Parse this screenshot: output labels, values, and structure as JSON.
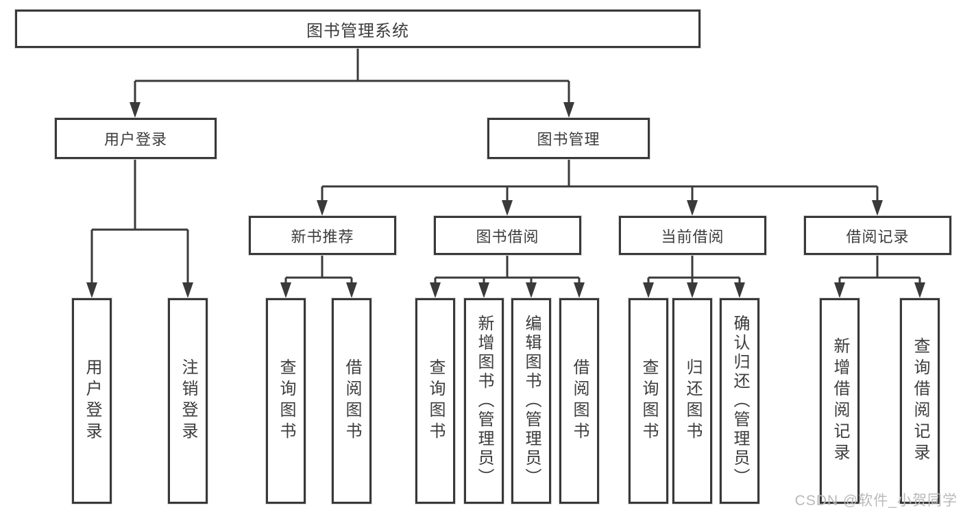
{
  "diagram_title": "图书管理系统",
  "colors": {
    "line": "#3a3a3a",
    "border": "#383838",
    "text": "#3c3c3c",
    "watermark": "#b9b9b9",
    "background": "#ffffff"
  },
  "tree": {
    "root": {
      "label": "图书管理系统"
    },
    "level2": [
      {
        "label": "用户登录",
        "children": [
          {
            "label": "用户登录"
          },
          {
            "label": "注销登录"
          }
        ]
      },
      {
        "label": "图书管理",
        "sections": [
          {
            "label": "新书推荐",
            "children": [
              {
                "label": "查询图书"
              },
              {
                "label": "借阅图书"
              }
            ]
          },
          {
            "label": "图书借阅",
            "children": [
              {
                "label": "查询图书"
              },
              {
                "label": "新增图书（管理员）"
              },
              {
                "label": "编辑图书（管理员）"
              },
              {
                "label": "借阅图书"
              }
            ]
          },
          {
            "label": "当前借阅",
            "children": [
              {
                "label": "查询图书"
              },
              {
                "label": "归还图书"
              },
              {
                "label": "确认归还（管理员）"
              }
            ]
          },
          {
            "label": "借阅记录",
            "children": [
              {
                "label": "新增借阅记录"
              },
              {
                "label": "查询借阅记录"
              }
            ]
          }
        ]
      }
    ]
  },
  "watermark": "CSDN @软件_小贺同学"
}
